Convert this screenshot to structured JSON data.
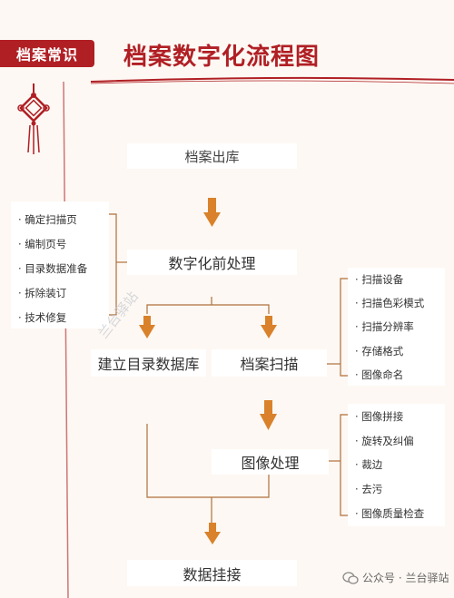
{
  "header": {
    "badge": "档案常识",
    "title": "档案数字化流程图"
  },
  "steps": {
    "checkout": "档案出库",
    "pre": "数字化前处理",
    "catalog": "建立目录数据库",
    "scan": "档案扫描",
    "image": "图像处理",
    "mount": "数据挂接"
  },
  "pre_list": [
    "· 确定扫描页",
    "· 编制页号",
    "· 目录数据准备",
    "· 拆除装订",
    "· 技术修复"
  ],
  "scan_list": [
    "· 扫描设备",
    "· 扫描色彩模式",
    "· 扫描分辨率",
    "· 存储格式",
    "· 图像命名"
  ],
  "image_list": [
    "· 图像拼接",
    "· 旋转及纠偏",
    "· 裁边",
    "· 去污",
    "· 图像质量检查"
  ],
  "watermark": "兰台驿站",
  "footer": {
    "text": "公众号 · 兰台驿站"
  },
  "colors": {
    "red": "#b01f24",
    "brown": "#b06f3a",
    "arrow": "#d9822b"
  },
  "icons": {
    "knot": "chinese-knot-icon",
    "arrow": "arrow-down-icon",
    "wechat": "wechat-icon"
  }
}
